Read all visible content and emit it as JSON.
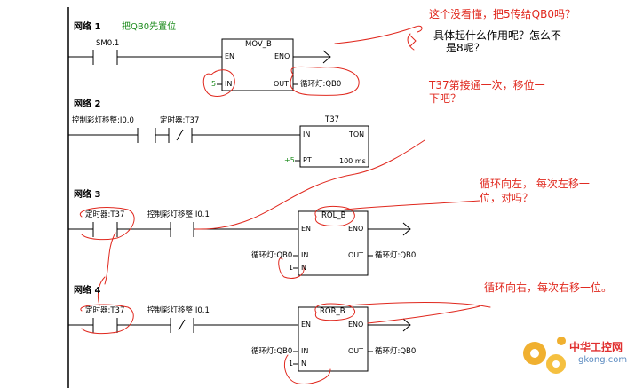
{
  "networks": [
    {
      "title": "网络 1",
      "comment": "把QB0先置位",
      "contacts": [
        "SM0.1"
      ],
      "block": {
        "name": "MOV_B",
        "en": "EN",
        "eno": "ENO",
        "in_pin": "IN",
        "out_pin": "OUT",
        "in_value": "5",
        "out_value": "循环灯:QB0"
      }
    },
    {
      "title": "网络 2",
      "contacts": [
        "控制彩灯移整:I0.0",
        "定时器:T37"
      ],
      "contact_symbol": "/",
      "block": {
        "name": "T37",
        "in_pin": "IN",
        "ton": "TON",
        "pt_pin": "PT",
        "pt_value": "+5",
        "unit": "100 ms"
      }
    },
    {
      "title": "网络 3",
      "contacts": [
        "定时器:T37",
        "控制彩灯移整:I0.1"
      ],
      "block": {
        "name": "ROL_B",
        "en": "EN",
        "eno": "ENO",
        "in_pin": "IN",
        "out_pin": "OUT",
        "n_pin": "N",
        "in_value": "循环灯:QB0",
        "out_value": "循环灯:QB0",
        "n_value": "1"
      }
    },
    {
      "title": "网络 4",
      "contacts": [
        "定时器:T37",
        "控制彩灯移整:I0.1"
      ],
      "contact_symbol": "/",
      "block": {
        "name": "ROR_B",
        "en": "EN",
        "eno": "ENO",
        "in_pin": "IN",
        "out_pin": "OUT",
        "n_pin": "N",
        "in_value": "循环灯:QB0",
        "out_value": "循环灯:QB0",
        "n_value": "1"
      }
    }
  ],
  "annotations": {
    "q1_line1": "这个没看懂，把5传给QB0吗？",
    "q2_line1": "具体起什么作用呢？怎么不",
    "q2_line2": "是8呢？",
    "q3_line1": "T37第接通一次，移位一",
    "q3_line2": "下吧？",
    "q4_line1": "循环向左，  每次左移一",
    "q4_line2": "位，对吗？",
    "q5_line1": "循环向右，每次右移一位。"
  },
  "watermark": {
    "cn": "中华工控网",
    "en": "gkong.com"
  },
  "colors": {
    "annotation": "#e0281e",
    "comment": "#1a8a1a",
    "line": "#000000"
  }
}
